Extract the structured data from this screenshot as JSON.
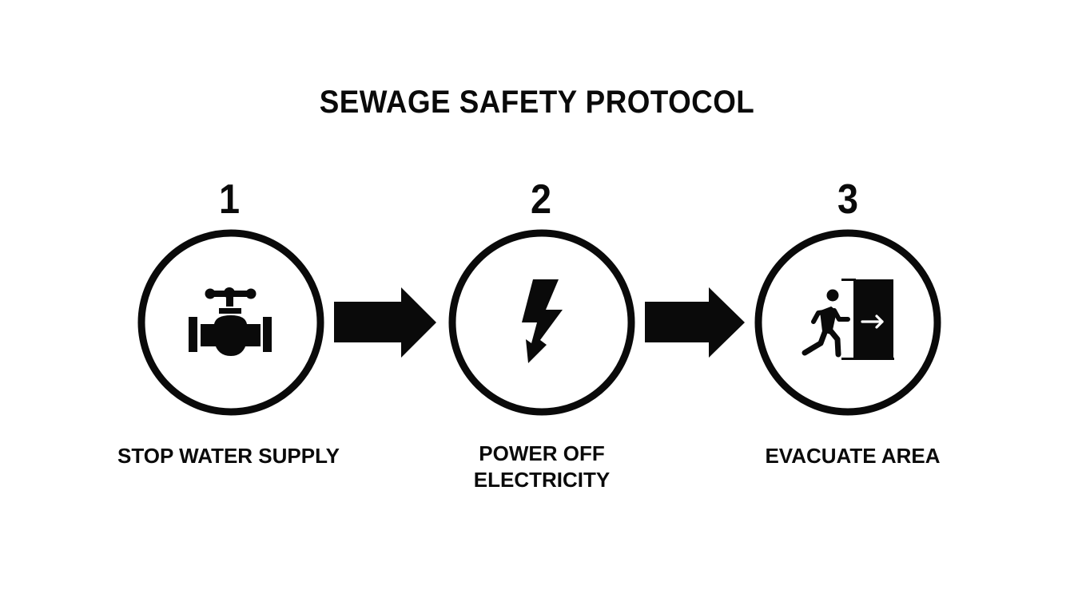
{
  "title": "SEWAGE SAFETY PROTOCOL",
  "colors": {
    "background": "#ffffff",
    "foreground": "#0a0a0a"
  },
  "steps": [
    {
      "number": "1",
      "label": "STOP WATER SUPPLY",
      "icon": "valve-icon"
    },
    {
      "number": "2",
      "label_line1": "POWER OFF",
      "label_line2": "ELECTRICITY",
      "icon": "lightning-bolt-icon"
    },
    {
      "number": "3",
      "label": "EVACUATE AREA",
      "icon": "emergency-exit-icon"
    }
  ],
  "connectors": [
    {
      "from": "1",
      "to": "2",
      "icon": "right-arrow-icon"
    },
    {
      "from": "2",
      "to": "3",
      "icon": "right-arrow-icon"
    }
  ]
}
